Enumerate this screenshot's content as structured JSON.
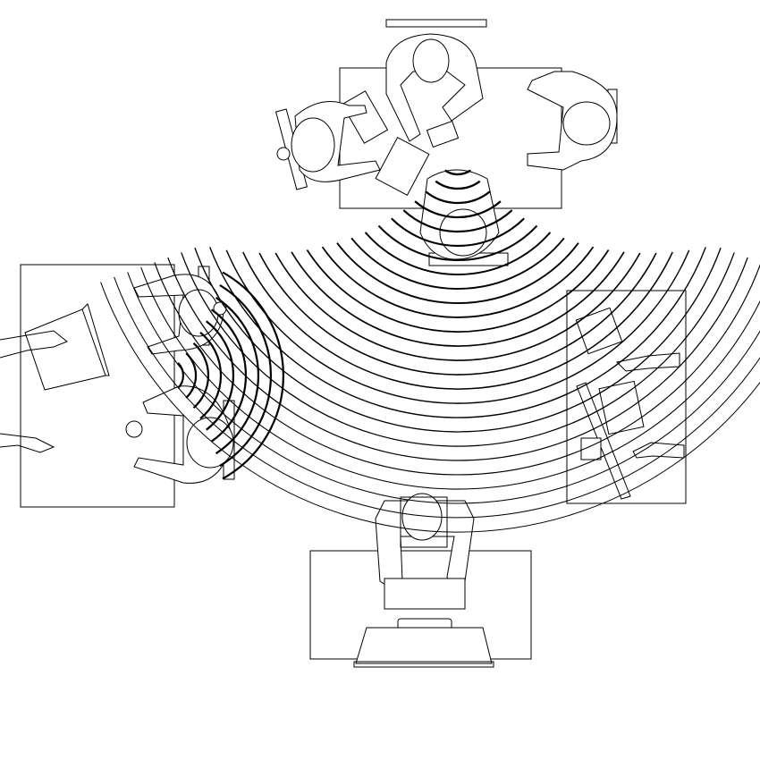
{
  "colors": {
    "stroke": "#000000",
    "background": "#ffffff"
  },
  "sound_sources": [
    {
      "id": "top-desk-speaker",
      "wave_count": 26
    },
    {
      "id": "left-desk-speaker",
      "wave_count": 9
    }
  ]
}
